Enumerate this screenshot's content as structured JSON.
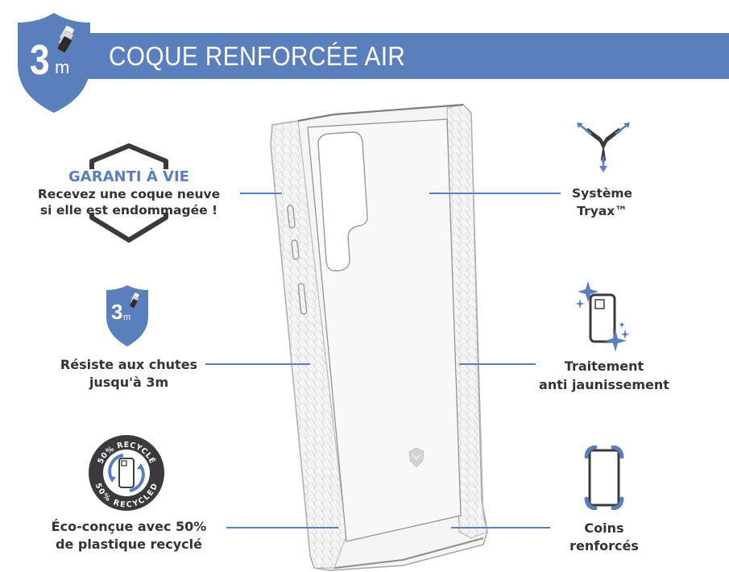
{
  "header": {
    "title": "COQUE RENFORCÉE AIR",
    "badge_number": "3",
    "badge_unit": "m",
    "banner_color": "#5b7fbd"
  },
  "features_left": [
    {
      "id": "guarantee",
      "icon": "shield-outline-icon",
      "title": "GARANTI À VIE",
      "lines": [
        "Recevez une coque neuve",
        "si elle est endommagée !"
      ]
    },
    {
      "id": "drop",
      "icon": "shield-3m-icon",
      "icon_number": "3",
      "icon_unit": "m",
      "lines": [
        "Résiste aux chutes",
        "jusqu'à 3m"
      ]
    },
    {
      "id": "recycled",
      "icon": "recycled-badge-icon",
      "badge_top": "50% RECYCLÉ",
      "badge_bottom": "50% RECYCLED",
      "lines": [
        "Éco-conçue avec 50%",
        "de plastique recyclé"
      ]
    }
  ],
  "features_right": [
    {
      "id": "tryax",
      "icon": "tryax-icon",
      "lines": [
        "Système",
        "Tryax™"
      ]
    },
    {
      "id": "anti-yellowing",
      "icon": "sparkle-phone-icon",
      "lines": [
        "Traitement",
        "anti jaunissement"
      ]
    },
    {
      "id": "corners",
      "icon": "reinforced-corners-icon",
      "lines": [
        "Coins",
        "renforcés"
      ]
    }
  ],
  "colors": {
    "accent": "#5b7fbd",
    "text": "#333333",
    "icon_dark": "#3a3a3c"
  }
}
